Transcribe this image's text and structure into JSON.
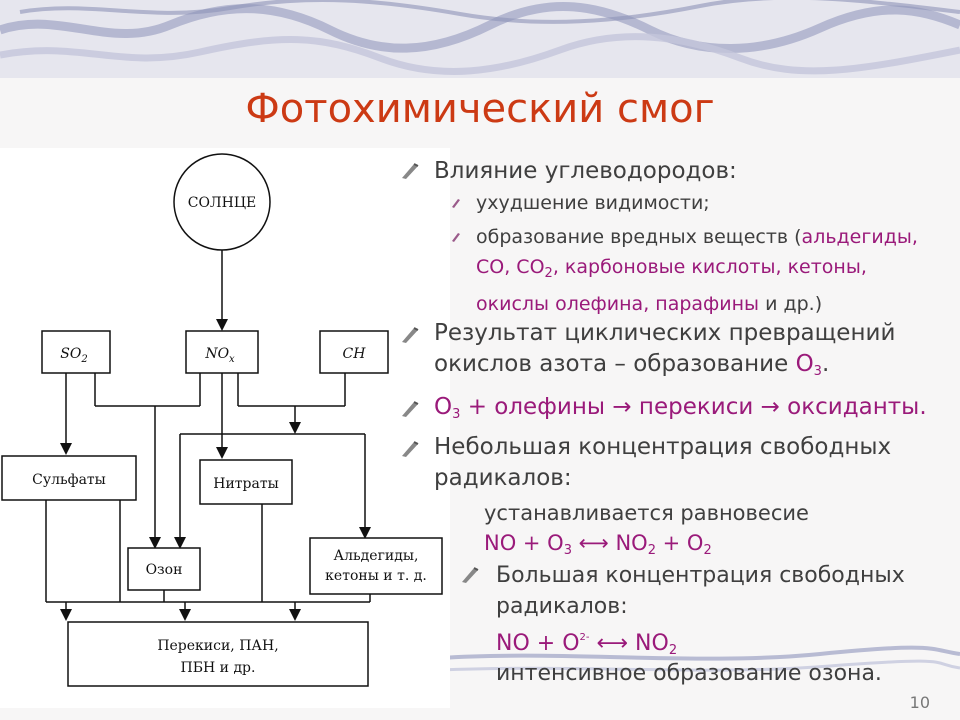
{
  "title": "Фотохимический смог",
  "page_number": "10",
  "diagram": {
    "sun": "СОЛНЦЕ",
    "so2_main": "SO",
    "so2_sub": "2",
    "nox_main": "NO",
    "nox_sub": "x",
    "ch": "CH",
    "sulfates": "Сульфаты",
    "nitrates": "Нитраты",
    "ozone": "Озон",
    "aldehydes_line1": "Альдегиды,",
    "aldehydes_line2": "кетоны и т. д.",
    "peroxides_line1": "Перекиси, ПАН,",
    "peroxides_line2": "ПБН и др."
  },
  "content": {
    "b1": "Влияние углеводородов:",
    "b1_s1": "ухудшение видимости;",
    "b1_s2_pre": "образование вредных веществ (",
    "b1_s2_ald": "альдегиды,",
    "b1_s2_co": "СО, СО",
    "b1_s2_co_sub": "2",
    "b1_s2_acids": ", карбоновые кислоты, кетоны,",
    "b1_s2_olef": "окислы олефина, парафины",
    "b1_s2_end": " и др.)",
    "b2_line1": "Результат циклических превращений",
    "b2_line2_pre": "окислов азота – образование ",
    "b2_o3": "O",
    "b2_o3_sub": "3",
    "b2_dot": ".",
    "b3_o": "O",
    "b3_sub": "3",
    "b3_rest": " + олефины → перекиси → оксиданты.",
    "b4_line1": "Небольшая концентрация свободных",
    "b4_line2": "радикалов:",
    "b4_eq_text": "устанавливается равновесие",
    "b4_eq": "NO + O",
    "b4_eq_sub1": "3",
    "b4_eq_arrow": " ⟷ NO",
    "b4_eq_sub2": "2",
    "b4_eq_end": " + O",
    "b4_eq_sub3": "2",
    "b5_line1": "Большая концентрация свободных",
    "b5_line2": "радикалов:",
    "b5_eq": "NO + O",
    "b5_eq_sup": "2-",
    "b5_eq_arrow": " ⟷ NO",
    "b5_eq_sub": "2",
    "b5_line3": "интенсивное образование озона."
  },
  "colors": {
    "title": "#cc3a14",
    "highlight": "#9a1a7a",
    "text": "#3f3f3f"
  }
}
